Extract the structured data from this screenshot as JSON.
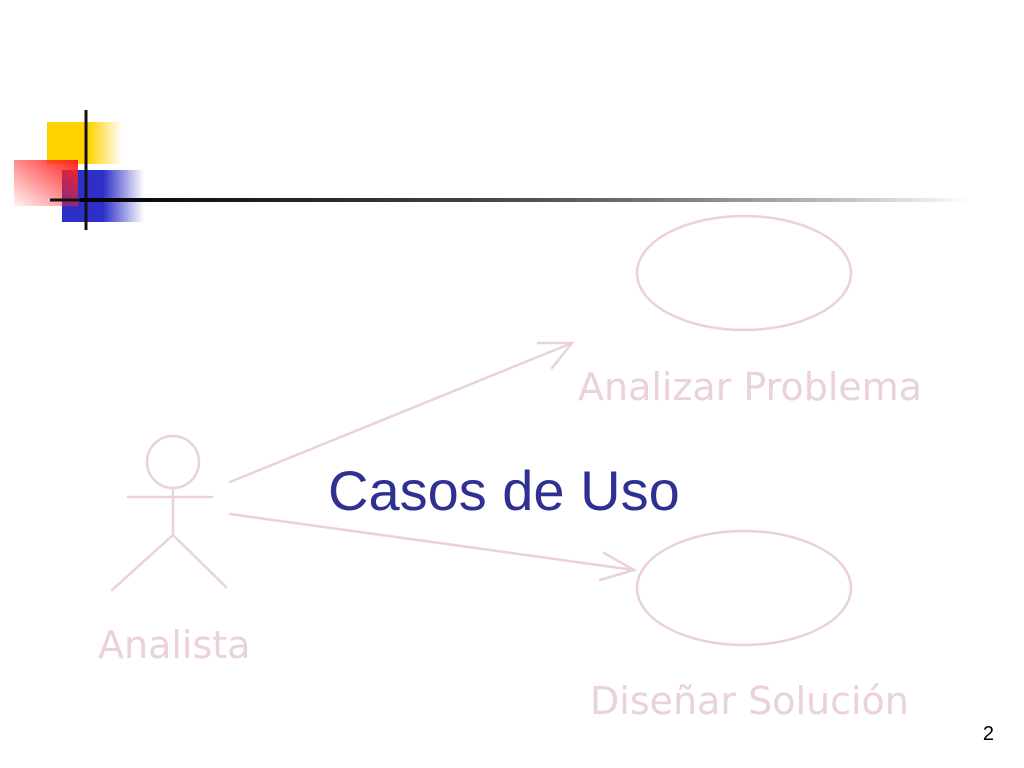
{
  "slide": {
    "title": "Casos de Uso",
    "page_number": "2"
  },
  "diagram": {
    "actor": "Analista",
    "use_cases": [
      "Analizar Problema",
      "Diseñar Solución"
    ]
  },
  "colors": {
    "title": "#2e3192",
    "watermark": "#ead2d6",
    "deco_yellow": "#ffd200",
    "deco_red": "#ff3030",
    "deco_blue": "#2d2fc8",
    "rule": "#000000"
  }
}
